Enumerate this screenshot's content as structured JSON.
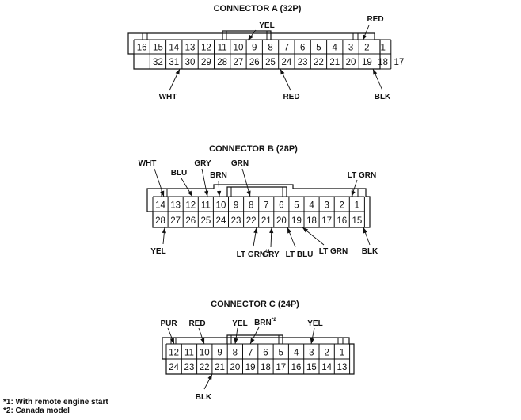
{
  "connectors": [
    {
      "id": "A",
      "title": "CONNECTOR A (32P)",
      "top_row": [
        "16",
        "15",
        "14",
        "13",
        "12",
        "11",
        "10",
        "9",
        "8",
        "7",
        "6",
        "5",
        "4",
        "3",
        "2",
        "1"
      ],
      "bottom_row": [
        "32",
        "31",
        "30",
        "29",
        "28",
        "27",
        "26",
        "25",
        "24",
        "23",
        "22",
        "21",
        "20",
        "19",
        "18",
        "17"
      ],
      "wires": [
        {
          "label": "YEL",
          "pin": "9"
        },
        {
          "label": "RED",
          "pin": "1"
        },
        {
          "label": "WHT",
          "pin": "30"
        },
        {
          "label": "RED",
          "pin": "23"
        },
        {
          "label": "BLK",
          "pin": "17"
        }
      ]
    },
    {
      "id": "B",
      "title": "CONNECTOR B (28P)",
      "top_row": [
        "14",
        "13",
        "12",
        "11",
        "10",
        "9",
        "8",
        "7",
        "6",
        "5",
        "4",
        "3",
        "2",
        "1"
      ],
      "bottom_row": [
        "28",
        "27",
        "26",
        "25",
        "24",
        "23",
        "22",
        "21",
        "20",
        "19",
        "18",
        "17",
        "16",
        "15"
      ],
      "wires": [
        {
          "label": "WHT",
          "pin": "14"
        },
        {
          "label": "BLU",
          "pin": "12"
        },
        {
          "label": "GRY",
          "pin": "11"
        },
        {
          "label": "BRN",
          "pin": "10"
        },
        {
          "label": "GRN",
          "pin": "8"
        },
        {
          "label": "LT GRN",
          "pin": "1"
        },
        {
          "label": "YEL",
          "pin": "28"
        },
        {
          "label": "LT GRN",
          "pin": "22",
          "sup": "*1"
        },
        {
          "label": "GRY",
          "pin": "21"
        },
        {
          "label": "LT BLU",
          "pin": "20"
        },
        {
          "label": "LT GRN",
          "pin": "19"
        },
        {
          "label": "BLK",
          "pin": "15"
        }
      ]
    },
    {
      "id": "C",
      "title": "CONNECTOR C (24P)",
      "top_row": [
        "12",
        "11",
        "10",
        "9",
        "8",
        "7",
        "6",
        "5",
        "4",
        "3",
        "2",
        "1"
      ],
      "bottom_row": [
        "24",
        "23",
        "22",
        "21",
        "20",
        "19",
        "18",
        "17",
        "16",
        "15",
        "14",
        "13"
      ],
      "wires": [
        {
          "label": "PUR",
          "pin": "12"
        },
        {
          "label": "RED",
          "pin": "10"
        },
        {
          "label": "YEL",
          "pin": "8"
        },
        {
          "label": "BRN",
          "pin": "7",
          "sup": "*2"
        },
        {
          "label": "YEL",
          "pin": "3"
        },
        {
          "label": "BLK",
          "pin": "22"
        }
      ]
    }
  ],
  "footnotes": [
    "*1: With remote engine start",
    "*2: Canada model"
  ]
}
